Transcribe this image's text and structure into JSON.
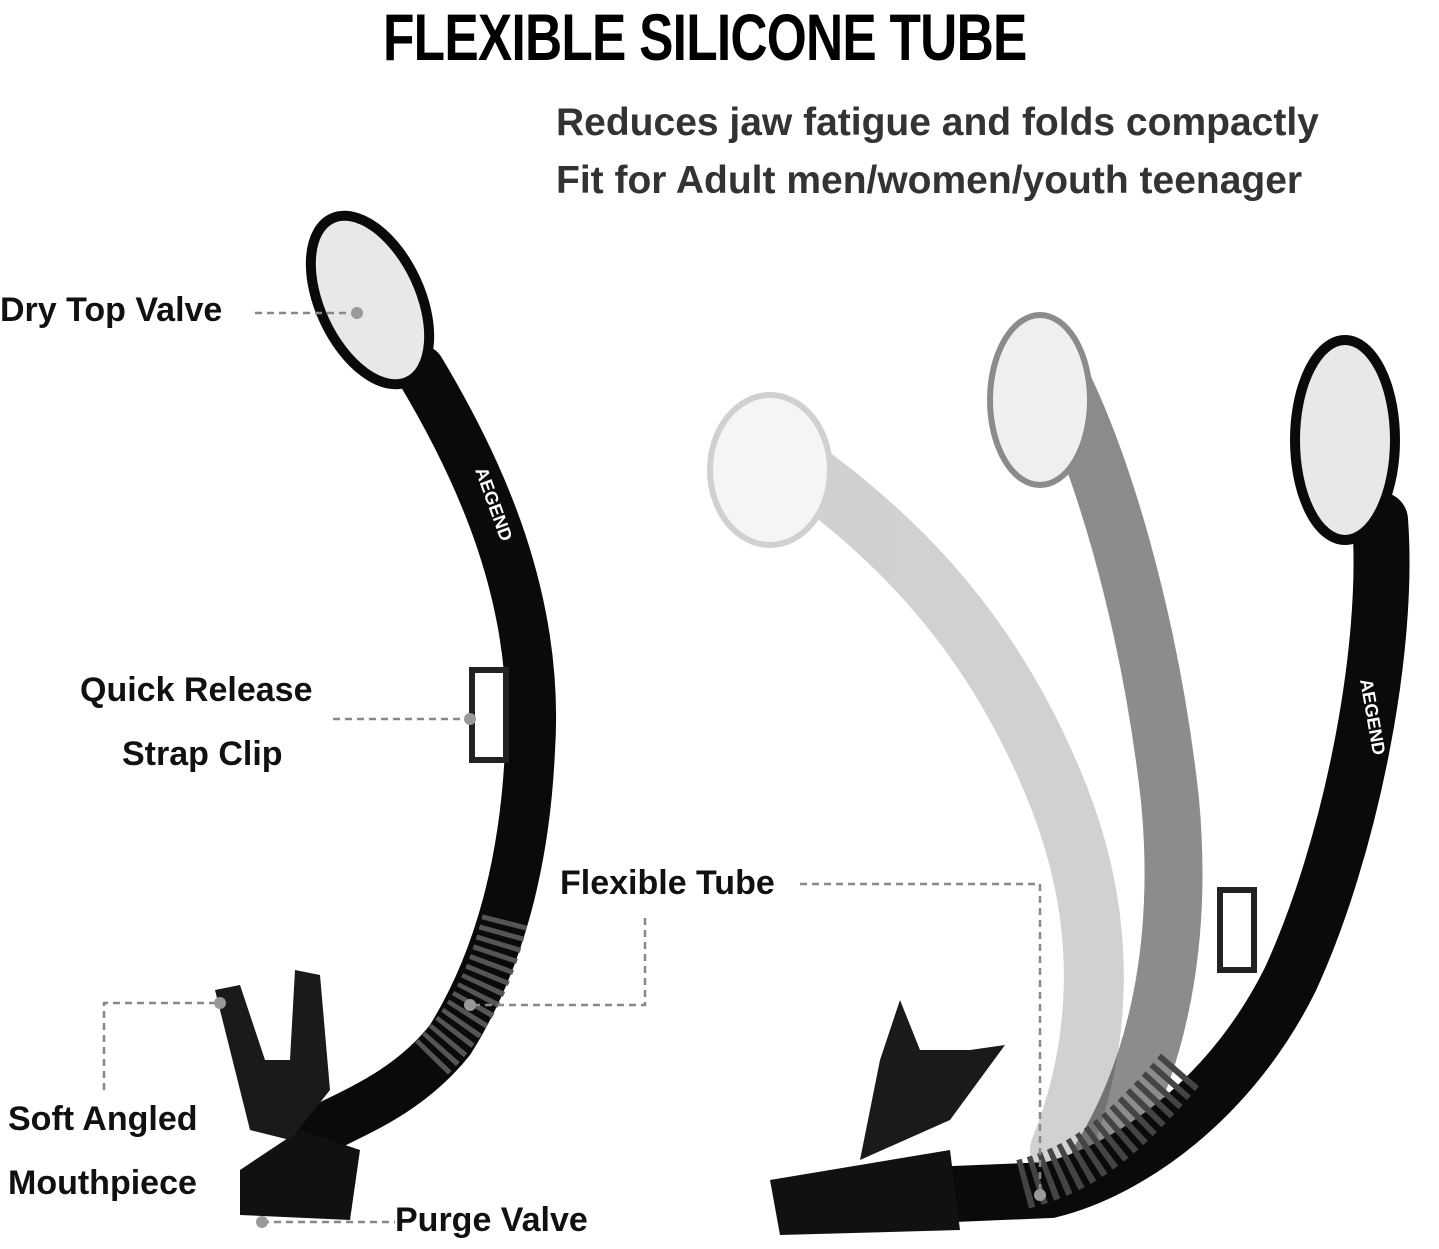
{
  "header": {
    "title": "FLEXIBLE SILICONE TUBE",
    "subtitle_lines": [
      "Reduces jaw fatigue and folds compactly",
      "Fit for Adult men/women/youth teenager"
    ]
  },
  "callouts": {
    "dry_top_valve": "Dry Top Valve",
    "quick_release_1": "Quick Release",
    "quick_release_2": "Strap Clip",
    "flexible_tube": "Flexible Tube",
    "mouthpiece_1": "Soft Angled",
    "mouthpiece_2": "Mouthpiece",
    "purge_valve": "Purge Valve"
  },
  "brand_logo_text": "AEGEND",
  "colors": {
    "text": "#111111",
    "subtitle": "#333333",
    "product": "#0a0a0a",
    "leader_line": "#888888"
  }
}
